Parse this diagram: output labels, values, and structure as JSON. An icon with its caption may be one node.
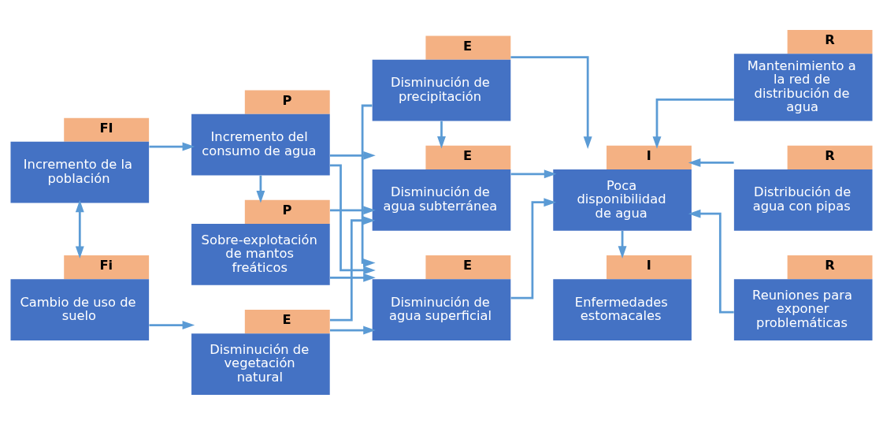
{
  "diagram": {
    "nodes": [
      {
        "text": [
          "Incremento de la población"
        ],
        "beside": [
          "FI"
        ]
      },
      {
        "text": [
          "Incremento del consumo de agua"
        ],
        "beside": [
          "P"
        ]
      },
      {
        "text": [
          "Sobre-explotación de mantos freáticos"
        ],
        "beside": [
          "P"
        ]
      },
      {
        "text": [
          "Cambio de uso de suelo"
        ],
        "beside": [
          "Fi"
        ]
      },
      {
        "text": [
          "Disminución de vegetación natural"
        ],
        "beside": [
          "E"
        ]
      },
      {
        "text": [
          "Disminución de agua superficial"
        ],
        "beside": [
          "E"
        ]
      },
      {
        "text": [
          "Disminución de precipitación"
        ],
        "beside": [
          "E"
        ]
      },
      {
        "text": [
          "Disminución de agua subterránea"
        ],
        "beside": [
          "E"
        ]
      },
      {
        "text": [
          "Poca disponibilidad de agua"
        ],
        "beside": [
          "I"
        ]
      },
      {
        "text": [
          "Enfermedades estomacales"
        ],
        "beside": [
          "I"
        ]
      },
      {
        "text": [
          "Mantenimiento a la red de distribución de agua"
        ],
        "beside": [
          "R"
        ]
      },
      {
        "text": [
          "Distribución de agua con pipas"
        ],
        "beside": [
          "R"
        ]
      },
      {
        "text": [
          "Reuniones para exponer problemáticas"
        ],
        "beside": [
          "R"
        ]
      }
    ],
    "edges": [
      {
        "from": 0,
        "to": 1,
        "arrow": "to"
      },
      {
        "from": 0,
        "to": 3,
        "arrow": "both"
      },
      {
        "from": 3,
        "to": 4,
        "arrow": "to"
      },
      {
        "from": 1,
        "to": 2,
        "arrow": "to"
      },
      {
        "from": 1,
        "to": 5,
        "arrow": "to"
      },
      {
        "from": 1,
        "to": 7,
        "arrow": "to"
      },
      {
        "from": 2,
        "to": 5,
        "arrow": "to"
      },
      {
        "from": 2,
        "to": 7,
        "arrow": "to"
      },
      {
        "from": 4,
        "to": 5,
        "arrow": "to"
      },
      {
        "from": 4,
        "to": 7,
        "arrow": "to"
      },
      {
        "from": 6,
        "to": 5,
        "arrow": "to"
      },
      {
        "from": 6,
        "to": 7,
        "arrow": "to"
      },
      {
        "from": 5,
        "to": 8,
        "arrow": "to"
      },
      {
        "from": 6,
        "to": 8,
        "arrow": "to"
      },
      {
        "from": 7,
        "to": 8,
        "arrow": "to"
      },
      {
        "from": 8,
        "to": 9,
        "arrow": "to"
      },
      {
        "from": 10,
        "to": 8,
        "arrow": "to"
      },
      {
        "from": 11,
        "to": 8,
        "arrow": "to"
      },
      {
        "from": 12,
        "to": 8,
        "arrow": "to"
      }
    ]
  }
}
